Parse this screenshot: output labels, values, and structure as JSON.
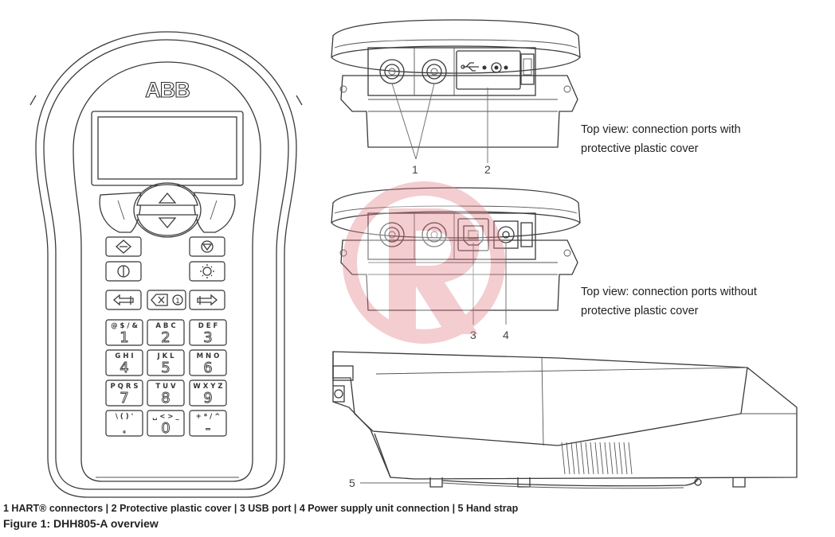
{
  "device": {
    "brand": "ABB",
    "keypad": {
      "nav_keys": [
        "Left softkey",
        "Up",
        "Down",
        "Right softkey"
      ],
      "keys": [
        {
          "top": "@ $ / &",
          "main": "1"
        },
        {
          "top": "A B C",
          "main": "2"
        },
        {
          "top": "D E F",
          "main": "3"
        },
        {
          "top": "G H I",
          "main": "4"
        },
        {
          "top": "J K L",
          "main": "5"
        },
        {
          "top": "M N O",
          "main": "6"
        },
        {
          "top": "P Q R S",
          "main": "7"
        },
        {
          "top": "T U V",
          "main": "8"
        },
        {
          "top": "W X Y Z",
          "main": "9"
        },
        {
          "top": "\\ ( ) '",
          "main": "."
        },
        {
          "top": "␣ < > _",
          "main": "0"
        },
        {
          "top": "+ * / ^",
          "main": "-"
        }
      ]
    }
  },
  "callouts": [
    "1",
    "2",
    "3",
    "4",
    "5"
  ],
  "views": {
    "top_covered": {
      "line1": "Top view: connection ports with",
      "line2": "protective plastic cover"
    },
    "top_uncovered": {
      "line1": "Top view: connection ports without",
      "line2": "protective plastic cover"
    }
  },
  "legend": "1 HART® connectors | 2 Protective plastic cover | 3 USB port | 4 Power supply unit connection | 5 Hand strap",
  "caption": "Figure 1: DHH805-A overview",
  "icons": [
    "usb-icon",
    "power-jack-icon",
    "up-arrow-icon",
    "down-arrow-icon",
    "start-icon",
    "stop-icon",
    "power-icon",
    "brightness-icon",
    "backspace-icon",
    "enter-icon",
    "tab-left-icon",
    "tab-right-icon"
  ]
}
